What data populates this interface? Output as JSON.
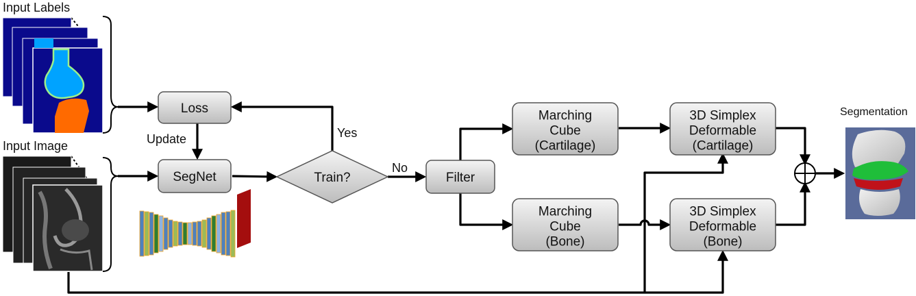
{
  "labels": {
    "input_labels": "Input Labels",
    "input_image": "Input Image",
    "segmentation": "Segmentation",
    "update": "Update",
    "yes": "Yes",
    "no": "No"
  },
  "nodes": {
    "loss": "Loss",
    "segnet": "SegNet",
    "train": "Train?",
    "filter": "Filter",
    "mc_cartilage": [
      "Marching",
      "Cube",
      "(Cartilage)"
    ],
    "mc_bone": [
      "Marching",
      "Cube",
      "(Bone)"
    ],
    "sd_cartilage": [
      "3D Simplex",
      "Deformable",
      "(Cartilage)"
    ],
    "sd_bone": [
      "3D Simplex",
      "Deformable",
      "(Bone)"
    ]
  },
  "colors": {
    "box_top": "#f2f2f2",
    "box_bottom": "#bdbdbd",
    "box_border": "#555555",
    "label_background": "#0a0a8c",
    "label_bone": "#00a3ff",
    "label_tibia": "#ff6a00",
    "cartilage_green": "#1fbe3a",
    "cartilage_red": "#c0121a",
    "render_background": "#5a6b9a"
  },
  "icons": [
    "label-stack-icon",
    "mri-stack-icon",
    "segnet-architecture-icon",
    "segmentation-render-icon",
    "sum-operator-icon"
  ]
}
